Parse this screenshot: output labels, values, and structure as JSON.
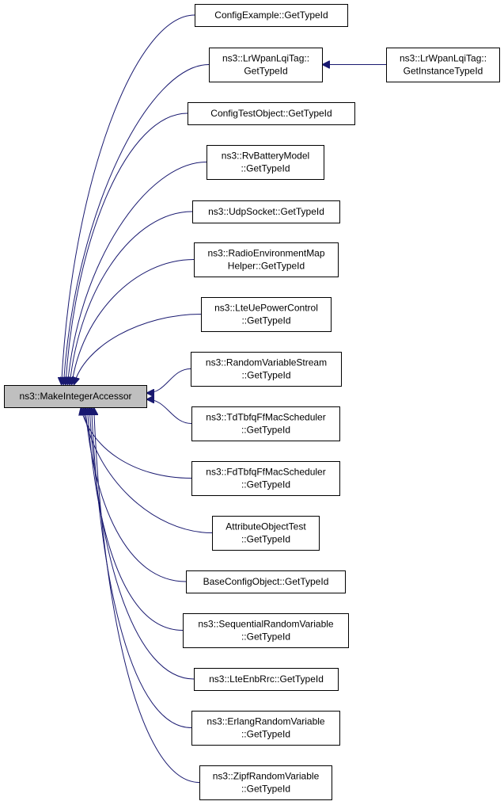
{
  "colors": {
    "edge": "#191970",
    "root_fill": "#bfbfbf",
    "node_fill": "#ffffff",
    "node_stroke": "#000000"
  },
  "nodes": {
    "root": {
      "lines": [
        "ns3::MakeIntegerAccessor"
      ]
    },
    "config_example": {
      "lines": [
        "ConfigExample::GetTypeId"
      ]
    },
    "lrwpan_lqitag": {
      "lines": [
        "ns3::LrWpanLqiTag::",
        "GetTypeId"
      ]
    },
    "lrwpan_lqitag_instance": {
      "lines": [
        "ns3::LrWpanLqiTag::",
        "GetInstanceTypeId"
      ]
    },
    "config_test_object": {
      "lines": [
        "ConfigTestObject::GetTypeId"
      ]
    },
    "rv_battery_model": {
      "lines": [
        "ns3::RvBatteryModel",
        "::GetTypeId"
      ]
    },
    "udp_socket": {
      "lines": [
        "ns3::UdpSocket::GetTypeId"
      ]
    },
    "radio_env_map": {
      "lines": [
        "ns3::RadioEnvironmentMap",
        "Helper::GetTypeId"
      ]
    },
    "lte_ue_power": {
      "lines": [
        "ns3::LteUePowerControl",
        "::GetTypeId"
      ]
    },
    "random_var_stream": {
      "lines": [
        "ns3::RandomVariableStream",
        "::GetTypeId"
      ]
    },
    "td_tbfq": {
      "lines": [
        "ns3::TdTbfqFfMacScheduler",
        "::GetTypeId"
      ]
    },
    "fd_tbfq": {
      "lines": [
        "ns3::FdTbfqFfMacScheduler",
        "::GetTypeId"
      ]
    },
    "attribute_object_test": {
      "lines": [
        "AttributeObjectTest",
        "::GetTypeId"
      ]
    },
    "base_config_object": {
      "lines": [
        "BaseConfigObject::GetTypeId"
      ]
    },
    "sequential_random": {
      "lines": [
        "ns3::SequentialRandomVariable",
        "::GetTypeId"
      ]
    },
    "lte_enb_rrc": {
      "lines": [
        "ns3::LteEnbRrc::GetTypeId"
      ]
    },
    "erlang_random": {
      "lines": [
        "ns3::ErlangRandomVariable",
        "::GetTypeId"
      ]
    },
    "zipf_random": {
      "lines": [
        "ns3::ZipfRandomVariable",
        "::GetTypeId"
      ]
    }
  }
}
